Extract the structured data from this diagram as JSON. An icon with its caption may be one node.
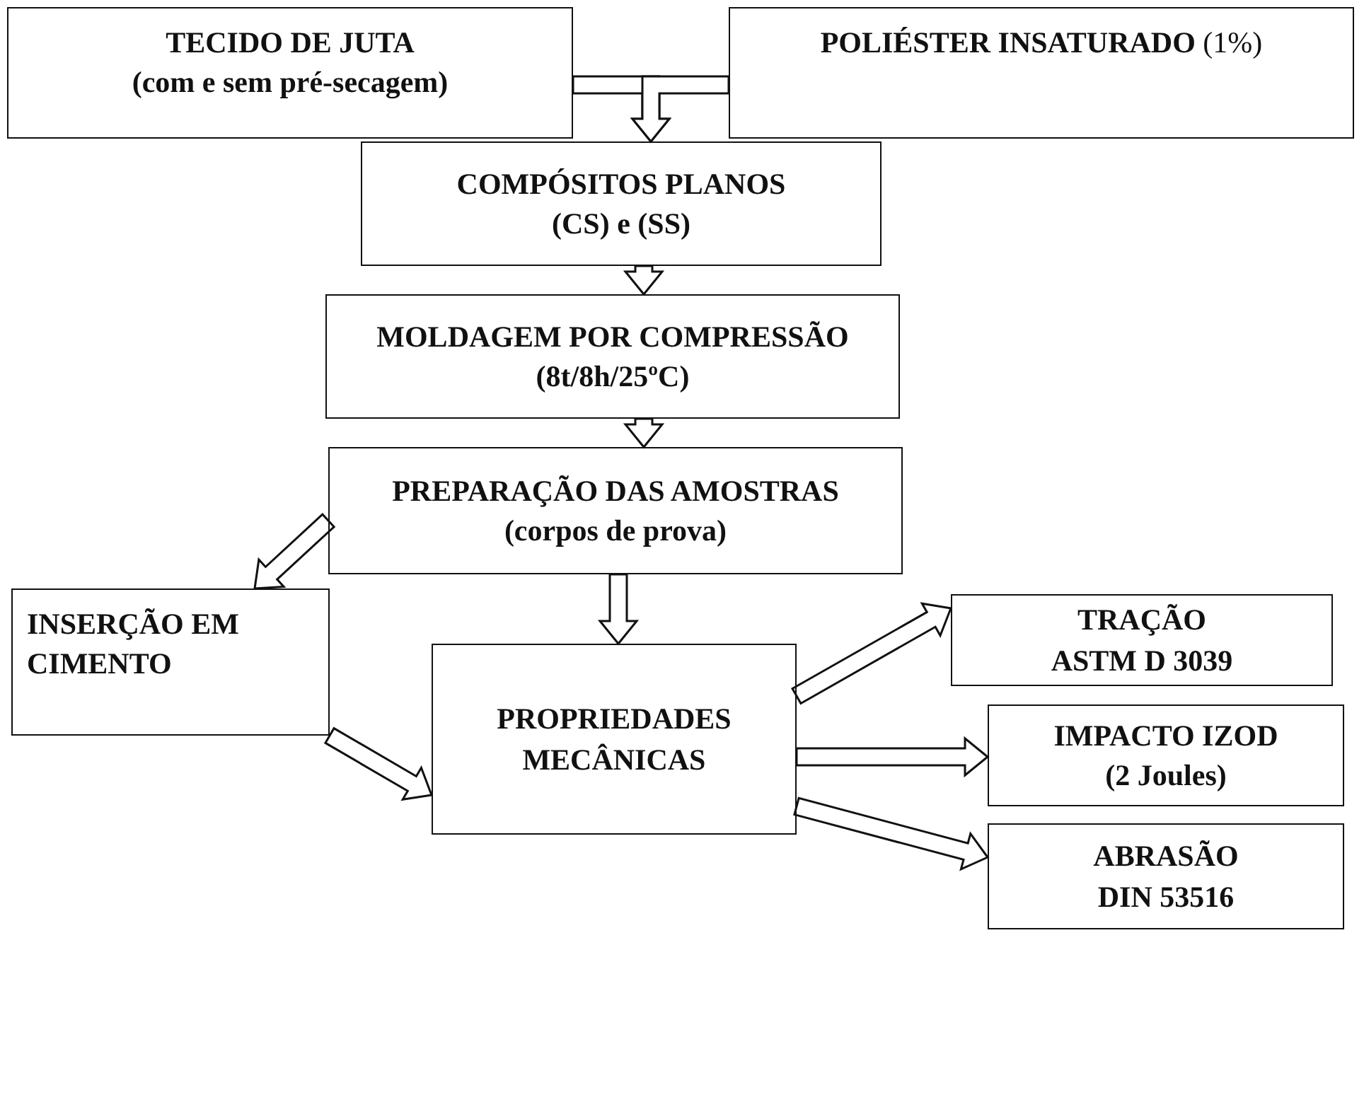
{
  "diagram": {
    "nodes": [
      {
        "text": [
          "TECIDO DE JUTA",
          "(com e sem pré-secagem)"
        ]
      },
      {
        "text": [
          "**POLIÉSTER INSATURADO** (1%)"
        ]
      },
      {
        "text": [
          "COMPÓSITOS PLANOS",
          "(CS) e (SS)"
        ]
      },
      {
        "text": [
          "MOLDAGEM POR COMPRESSÃO",
          "(8t/8h/25ºC)"
        ]
      },
      {
        "text": [
          "PREPARAÇÃO DAS AMOSTRAS",
          "(corpos de prova)"
        ]
      },
      {
        "text": [
          "INSERÇÃO EM CIMENTO"
        ]
      },
      {
        "text": [
          "PROPRIEDADES MECÂNICAS"
        ]
      },
      {
        "text": [
          "TRAÇÃO",
          "ASTM D 3039"
        ]
      },
      {
        "text": [
          "IMPACTO IZOD",
          "(2 Joules)"
        ]
      },
      {
        "text": [
          "ABRASÃO",
          "DIN 53516"
        ]
      }
    ],
    "edges": [
      {
        "from": 0,
        "to": 2,
        "arrow": "to"
      },
      {
        "from": 1,
        "to": 2,
        "arrow": "to"
      },
      {
        "from": 2,
        "to": 3,
        "arrow": "to"
      },
      {
        "from": 3,
        "to": 4,
        "arrow": "to"
      },
      {
        "from": 4,
        "to": 5,
        "arrow": "to"
      },
      {
        "from": 4,
        "to": 6,
        "arrow": "to"
      },
      {
        "from": 5,
        "to": 6,
        "arrow": "to"
      },
      {
        "from": 6,
        "to": 7,
        "arrow": "to"
      },
      {
        "from": 6,
        "to": 8,
        "arrow": "to"
      },
      {
        "from": 6,
        "to": 9,
        "arrow": "to"
      }
    ]
  }
}
